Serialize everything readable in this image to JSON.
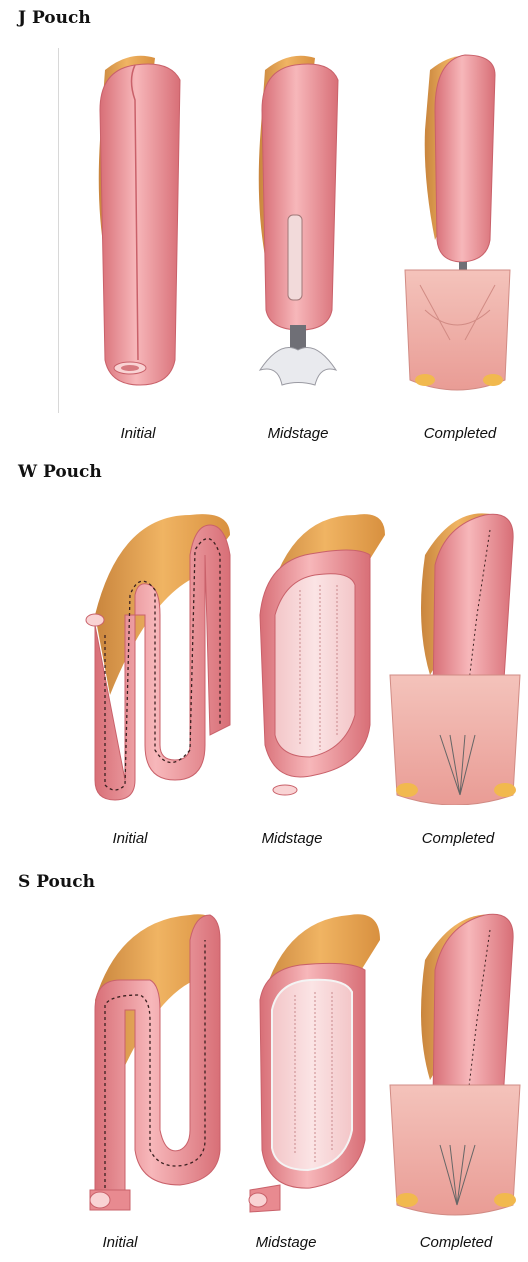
{
  "sections": [
    {
      "title": "J Pouch",
      "captions": [
        "Initial",
        "Midstage",
        "Completed"
      ]
    },
    {
      "title": "W Pouch",
      "captions": [
        "Initial",
        "Midstage",
        "Completed"
      ]
    },
    {
      "title": "S Pouch",
      "captions": [
        "Initial",
        "Midstage",
        "Completed"
      ]
    }
  ],
  "colors": {
    "bowel": "#ee8f93",
    "bowel_light": "#f7b8ba",
    "bowel_dark": "#cf6b72",
    "mesentery": "#e7a653",
    "mesentery_dark": "#c9853d",
    "pelvic_muscle": "#f0b6ad",
    "suture": "#4a2a2a"
  }
}
